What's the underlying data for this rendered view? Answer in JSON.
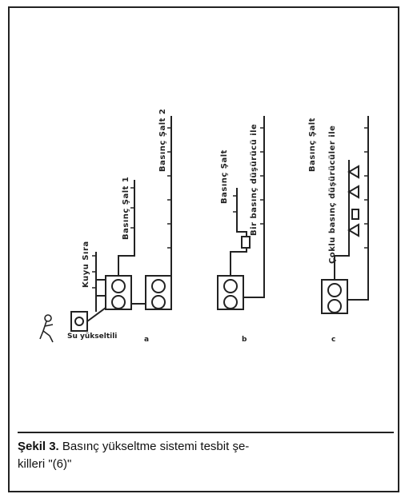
{
  "figure": {
    "labels": {
      "depo_a": "Basınç Şalt 1",
      "depo_b": "Basınç Şalt 2",
      "kaynak": "Kuyu Sıra",
      "pompa_adi": "Su yükseltili",
      "depo_c": "Basınç Şalt",
      "vana_c": "Bir basınç düşürücü ile",
      "depo_d": "Basınç Şalt",
      "vana_d": "Çoklu basınç düşürücüler ile",
      "sub_a": "a",
      "sub_b": "b",
      "sub_c": "c"
    }
  },
  "caption": {
    "label": "Şekil 3.",
    "text_line1": "Basınç yükseltme sistemi tesbit şe-",
    "text_line2": "killeri \"(6)\""
  }
}
